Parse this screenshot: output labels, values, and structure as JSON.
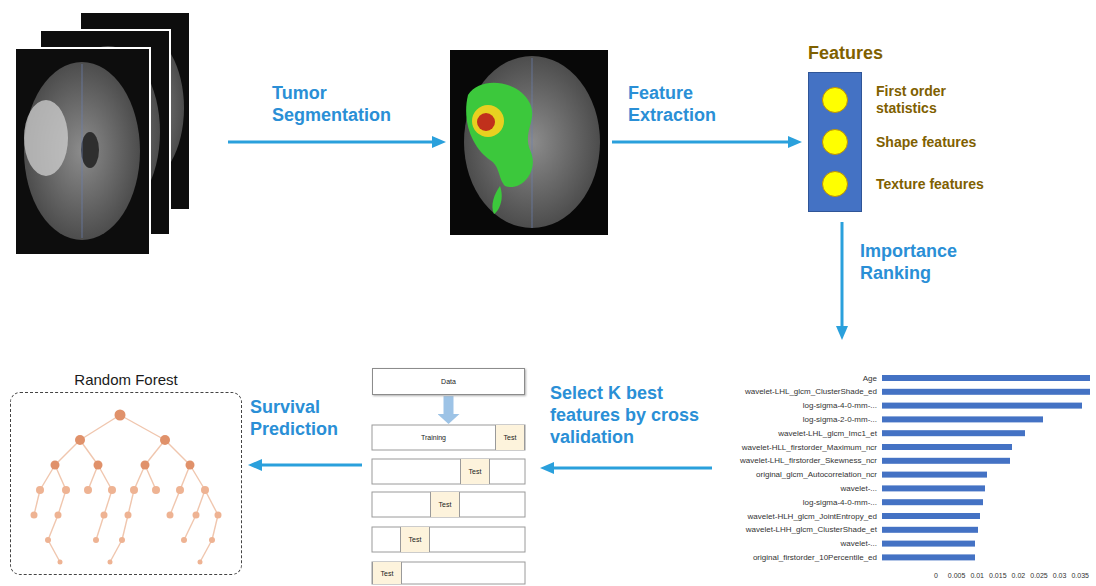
{
  "diagram": {
    "nodes": [
      {
        "text": [
          "Features",
          "First order statistics",
          "Shape features",
          "Texture features"
        ]
      },
      {
        "text": [
          "Random Forest"
        ]
      },
      {
        "text": [
          "Data"
        ]
      },
      {
        "text": [
          "Training"
        ]
      },
      {
        "text": [
          "Test"
        ]
      },
      {
        "text": [
          "Test"
        ]
      },
      {
        "text": [
          "Test"
        ]
      },
      {
        "text": [
          "Test"
        ]
      },
      {
        "text": [
          "Test"
        ]
      }
    ],
    "edges": [
      {
        "from": 2,
        "to": 3,
        "arrow": "to"
      }
    ],
    "labels": [
      "Tumor Segmentation",
      "Feature Extraction",
      "Importance Ranking",
      "Select K best features by cross validation",
      "Survival Prediction",
      "Age",
      "wavelet-LHL_glcm_ClusterShade_ed",
      "log-sigma-4-0-mm-...",
      "log-sigma-2-0-mm-...",
      "wavelet-LHL_glcm_Imc1_et",
      "wavelet-HLL_firstorder_Maximum_ncr",
      "wavelet-LHL_firstorder_Skewness_ncr",
      "original_glcm_Autocorrelation_ncr",
      "wavelet-...",
      "log-sigma-4-0-mm-...",
      "wavelet-HLH_glcm_JointEntropy_ed",
      "wavelet-LHH_glcm_ClusterShade_et",
      "wavelet-...",
      "original_firstorder_10Percentile_ed",
      "0",
      "0.005",
      "0.01",
      "0.015",
      "0.02",
      "0.025",
      "0.03",
      "0.035"
    ]
  }
}
